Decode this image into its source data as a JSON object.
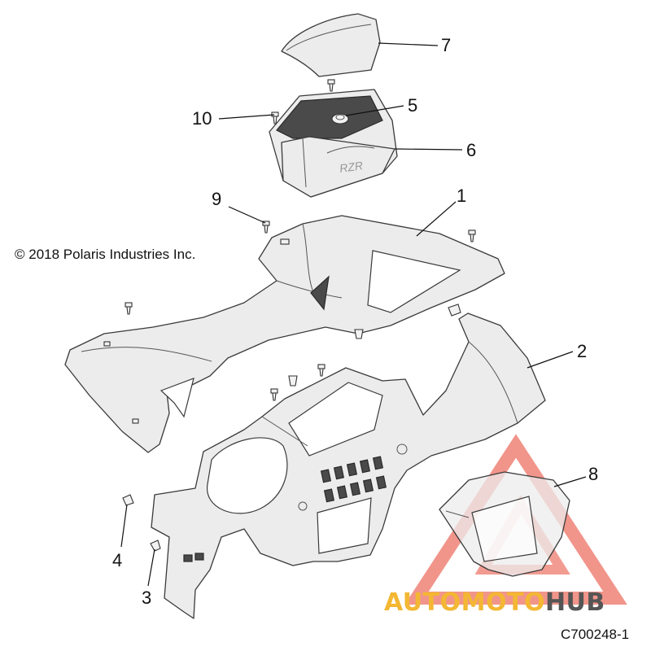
{
  "diagram": {
    "copyright": "© 2018 Polaris Industries Inc.",
    "figure_id": "C700248-1",
    "callouts": [
      {
        "id": "1",
        "label": "1"
      },
      {
        "id": "2",
        "label": "2"
      },
      {
        "id": "3",
        "label": "3"
      },
      {
        "id": "4",
        "label": "4"
      },
      {
        "id": "5",
        "label": "5"
      },
      {
        "id": "6",
        "label": "6"
      },
      {
        "id": "7",
        "label": "7"
      },
      {
        "id": "8",
        "label": "8"
      },
      {
        "id": "9",
        "label": "9"
      },
      {
        "id": "10",
        "label": "10"
      }
    ]
  },
  "watermark": {
    "part1": "AUTOMOTO",
    "part2": "HUB",
    "color_primary": "#f08a7e",
    "color_secondary": "#f3b733",
    "color_tertiary": "#555555"
  },
  "embossed_text": "RZR"
}
